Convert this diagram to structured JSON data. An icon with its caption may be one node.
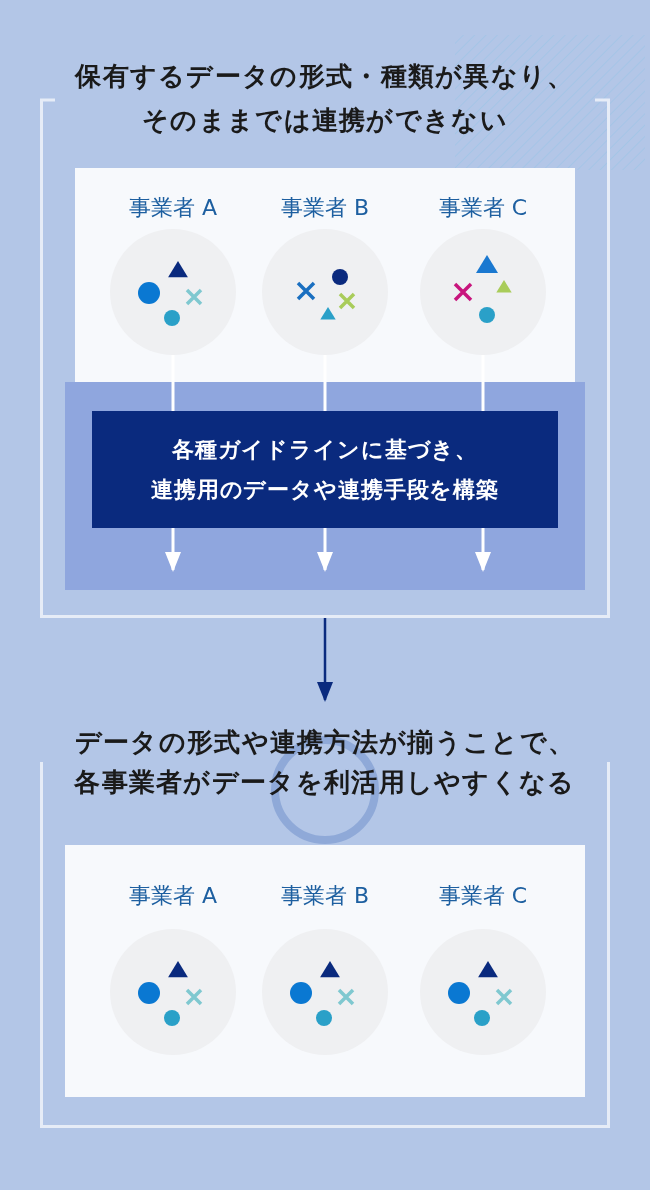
{
  "diagram": {
    "nodes": [
      {
        "text": [
          "保有するデータの形式・種類が異なり、そのままでは連携ができない"
        ]
      },
      {
        "text": [],
        "shape": "box",
        "in": 0
      },
      {
        "text": [
          "事業者 A"
        ],
        "in": 1
      },
      {
        "text": [
          "事業者 B"
        ],
        "in": 1
      },
      {
        "text": [
          "事業者 C"
        ],
        "in": 1
      },
      {
        "text": [],
        "shape": "box",
        "in": 0
      },
      {
        "text": [
          "各種ガイドラインに基づき、連携用のデータや連携手段を構築"
        ],
        "in": 5
      },
      {
        "text": [
          "データの形式や連携方法が揃うことで、各事業者がデータを利活用しやすくなる"
        ]
      },
      {
        "text": [],
        "shape": "box",
        "in": 7
      },
      {
        "text": [
          "事業者 A"
        ],
        "in": 8
      },
      {
        "text": [
          "事業者 B"
        ],
        "in": 8
      },
      {
        "text": [
          "事業者 C"
        ],
        "in": 8
      }
    ],
    "edges": [
      {
        "from": 2,
        "to": 6,
        "arrow": "none"
      },
      {
        "from": 3,
        "to": 6,
        "arrow": "none"
      },
      {
        "from": 4,
        "to": 6,
        "arrow": "none"
      },
      {
        "from": 6,
        "to": null,
        "arrow": "to"
      },
      {
        "from": 6,
        "to": null,
        "arrow": "to"
      },
      {
        "from": 6,
        "to": null,
        "arrow": "to"
      },
      {
        "from": 0,
        "to": 7,
        "arrow": "to",
        "color": "#0a2a7e"
      }
    ]
  }
}
